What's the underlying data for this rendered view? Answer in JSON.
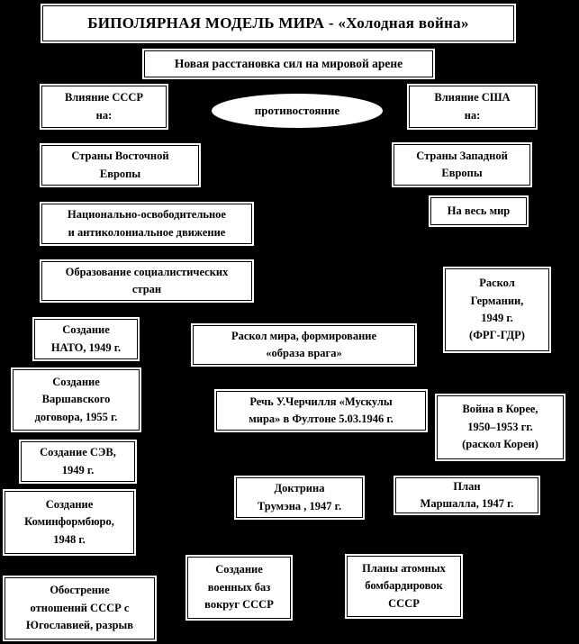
{
  "colors": {
    "background": "#000000",
    "box_fill": "#ffffff",
    "box_border": "#000000",
    "text": "#000000"
  },
  "nodes": {
    "title": "БИПОЛЯРНАЯ МОДЕЛЬ МИРА  - «Холодная война»",
    "subtitle": "Новая расстановка сил на мировой арене",
    "ussr_influence": "Влияние СССР\nна:",
    "confrontation": "противостояние",
    "usa_influence": "Влияние США\nна:",
    "eastern_europe": "Страны Восточной\nЕвропы",
    "western_europe": "Страны Западной\nЕвропы",
    "national_liberation": "Национально-освободительное\nи антиколониальное движение",
    "whole_world": "На весь мир",
    "socialist_countries": "Образование социалистических\nстран",
    "germany_split": "Раскол\nГермании,\n1949 г.\n(ФРГ-ГДР)",
    "nato": "Создание\nНАТО, 1949 г.",
    "world_split": "Раскол мира, формирование\n«образа врага»",
    "warsaw_pact": "Создание\nВаршавского\nдоговора, 1955 г.",
    "churchill_speech": "Речь У.Черчилля «Мускулы\nмира» в Фултоне 5.03.1946 г.",
    "korea_war": "Война в Корее,\n1950–1953 гг.\n(раскол Кореи)",
    "sev": "Создание СЭВ,\n1949 г.",
    "truman_doctrine": "Доктрина\nТрумэна , 1947 г.",
    "marshall_plan": "План\nМаршалла, 1947 г.",
    "cominform": "Создание\nКоминформбюро,\n1948 г.",
    "military_bases": "Создание\nвоенных баз\nвокруг  СССР",
    "atomic_bombing_plans": "Планы атомных\nбомбардировок\nСССР",
    "yugoslavia_rift": "Обострение\nотношений СССР с\nЮгославией, разрыв"
  }
}
